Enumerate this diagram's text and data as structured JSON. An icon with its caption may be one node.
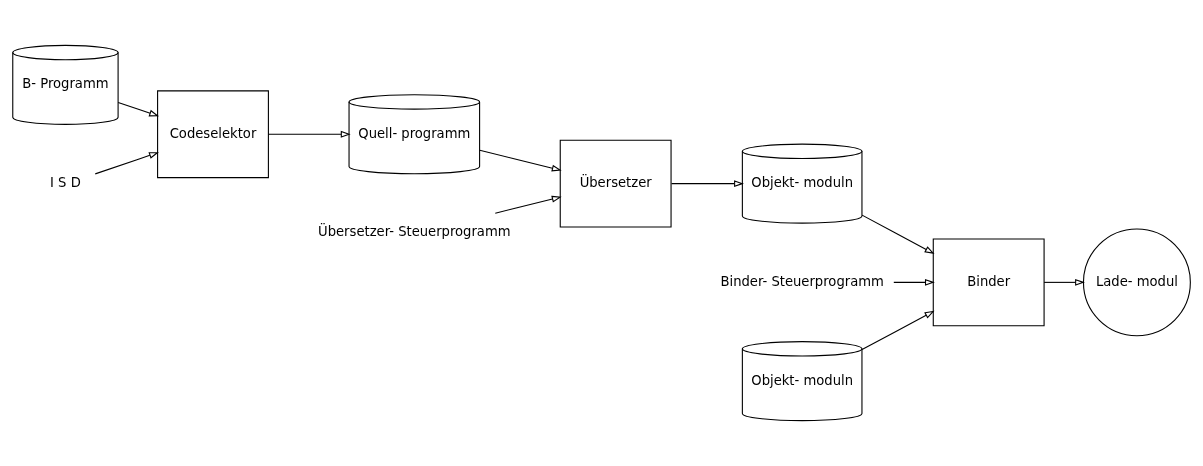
{
  "diagram": {
    "nodes": [
      {
        "text": [
          "B- Programm"
        ]
      },
      {
        "text": [
          "I S D"
        ]
      },
      {
        "text": [
          "Codeselektor"
        ]
      },
      {
        "text": [
          "Quell- programm"
        ]
      },
      {
        "text": [
          "Übersetzer- Steuerprogramm"
        ]
      },
      {
        "text": [
          "Übersetzer"
        ]
      },
      {
        "text": [
          "Objekt- moduln"
        ]
      },
      {
        "text": [
          "Binder- Steuerprogramm"
        ]
      },
      {
        "text": [
          "Binder"
        ]
      },
      {
        "text": [
          "Lade- modul"
        ]
      },
      {
        "text": [
          "Objekt- moduln"
        ]
      }
    ],
    "edges": [
      {
        "from": 0,
        "to": 2,
        "arrow": "to"
      },
      {
        "from": 1,
        "to": 2,
        "arrow": "to"
      },
      {
        "from": 2,
        "to": 3,
        "arrow": "to"
      },
      {
        "from": 3,
        "to": 5,
        "arrow": "to"
      },
      {
        "from": 4,
        "to": 5,
        "arrow": "to"
      },
      {
        "from": 5,
        "to": 6,
        "arrow": "to"
      },
      {
        "from": 6,
        "to": 8,
        "arrow": "to"
      },
      {
        "from": 7,
        "to": 8,
        "arrow": "to"
      },
      {
        "from": 10,
        "to": 8,
        "arrow": "to"
      },
      {
        "from": 8,
        "to": 9,
        "arrow": "to"
      }
    ]
  }
}
